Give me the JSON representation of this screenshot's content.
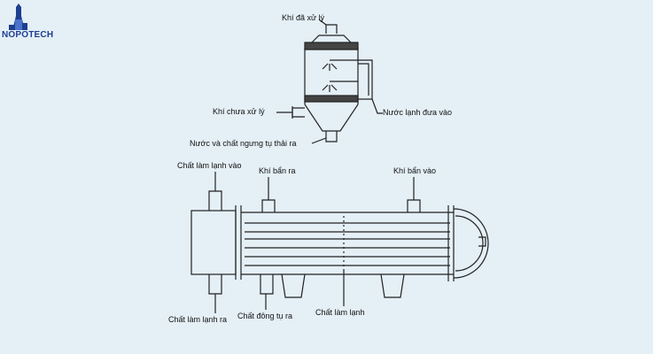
{
  "brand": {
    "name": "NOPOTECH"
  },
  "scrubber": {
    "treated_gas_outlet": "Khí đã xử lý",
    "untreated_gas_inlet": "Khí chưa xử lý",
    "cold_water_inlet": "Nước lạnh đưa vào",
    "water_condensate_outlet": "Nước và chất ngưng tụ thải ra"
  },
  "condenser": {
    "coolant_inlet": "Chất làm lạnh vào",
    "dirty_gas_outlet": "Khí bẩn ra",
    "dirty_gas_inlet": "Khí bẩn vào",
    "coolant_outlet": "Chất làm lạnh ra",
    "condensate_outlet": "Chất đông tụ ra",
    "coolant": "Chất làm lạnh"
  },
  "colors": {
    "background": "#e4eff6",
    "line": "#222222",
    "brand": "#1d3f8f"
  }
}
